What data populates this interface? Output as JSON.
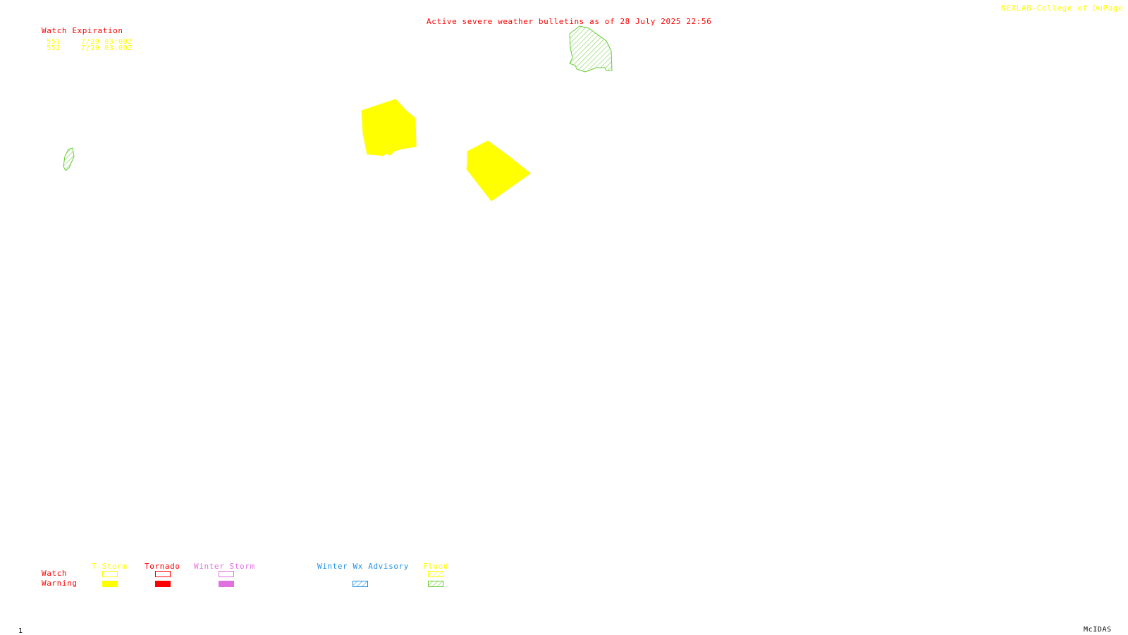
{
  "header": {
    "title": "Active severe weather bulletins as of 28 July 2025 22:56",
    "credit": "NEXLAB-College of DuPage R"
  },
  "watch_expiration": {
    "title": "Watch Expiration",
    "rows": [
      {
        "id": "551",
        "expires": "7/29 03:00Z"
      },
      {
        "id": "552",
        "expires": "7/29 03:00Z"
      }
    ]
  },
  "legend": {
    "row_watch": "Watch",
    "row_warning": "Warning",
    "tstorm": "T-Storm",
    "tornado": "Tornado",
    "winter_storm": "Winter Storm",
    "winter_wx_advisory": "Winter Wx Advisory",
    "flood": "Flood"
  },
  "footer": {
    "frame": "1",
    "software": "McIDAS"
  },
  "colors": {
    "tstorm": "#ffff00",
    "tornado": "#ff0000",
    "winter_storm": "#e070e0",
    "winter_wx_advisory": "#1e90e8",
    "flood": "#66cc33",
    "title": "#ff0000"
  },
  "map": {
    "features": [
      {
        "name": "flood-warning-northeast",
        "type": "flood-warning"
      },
      {
        "name": "flood-warning-west",
        "type": "flood-warning"
      },
      {
        "name": "tstorm-warning-north",
        "type": "tstorm-warning"
      },
      {
        "name": "tstorm-warning-east",
        "type": "tstorm-warning"
      }
    ]
  }
}
